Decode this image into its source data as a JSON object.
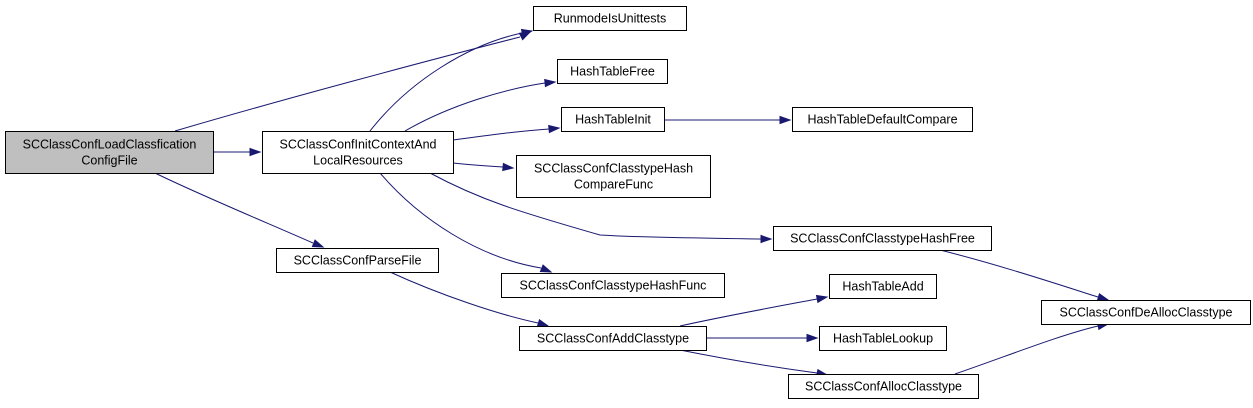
{
  "colors": {
    "node_fill": "#ffffff",
    "root_fill": "#bfbfbf",
    "border": "#000000",
    "edge": "#191970",
    "text": "#000000"
  },
  "nodes": {
    "root": {
      "lines": [
        "SCClassConfLoadClassfication",
        "ConfigFile"
      ]
    },
    "initContext": {
      "lines": [
        "SCClassConfInitContextAnd",
        "LocalResources"
      ]
    },
    "parseFile": {
      "lines": [
        "SCClassConfParseFile"
      ]
    },
    "runUnit": {
      "lines": [
        "RunmodeIsUnittests"
      ]
    },
    "htFree": {
      "lines": [
        "HashTableFree"
      ]
    },
    "htInit": {
      "lines": [
        "HashTableInit"
      ]
    },
    "htDefCmp": {
      "lines": [
        "HashTableDefaultCompare"
      ]
    },
    "ctHashCmp": {
      "lines": [
        "SCClassConfClasstypeHash",
        "CompareFunc"
      ]
    },
    "ctHashFree": {
      "lines": [
        "SCClassConfClasstypeHashFree"
      ]
    },
    "ctHashFunc": {
      "lines": [
        "SCClassConfClasstypeHashFunc"
      ]
    },
    "addCt": {
      "lines": [
        "SCClassConfAddClasstype"
      ]
    },
    "htAdd": {
      "lines": [
        "HashTableAdd"
      ]
    },
    "htLookup": {
      "lines": [
        "HashTableLookup"
      ]
    },
    "allocCt": {
      "lines": [
        "SCClassConfAllocClasstype"
      ]
    },
    "deallocCt": {
      "lines": [
        "SCClassConfDeAllocClasstype"
      ]
    }
  }
}
